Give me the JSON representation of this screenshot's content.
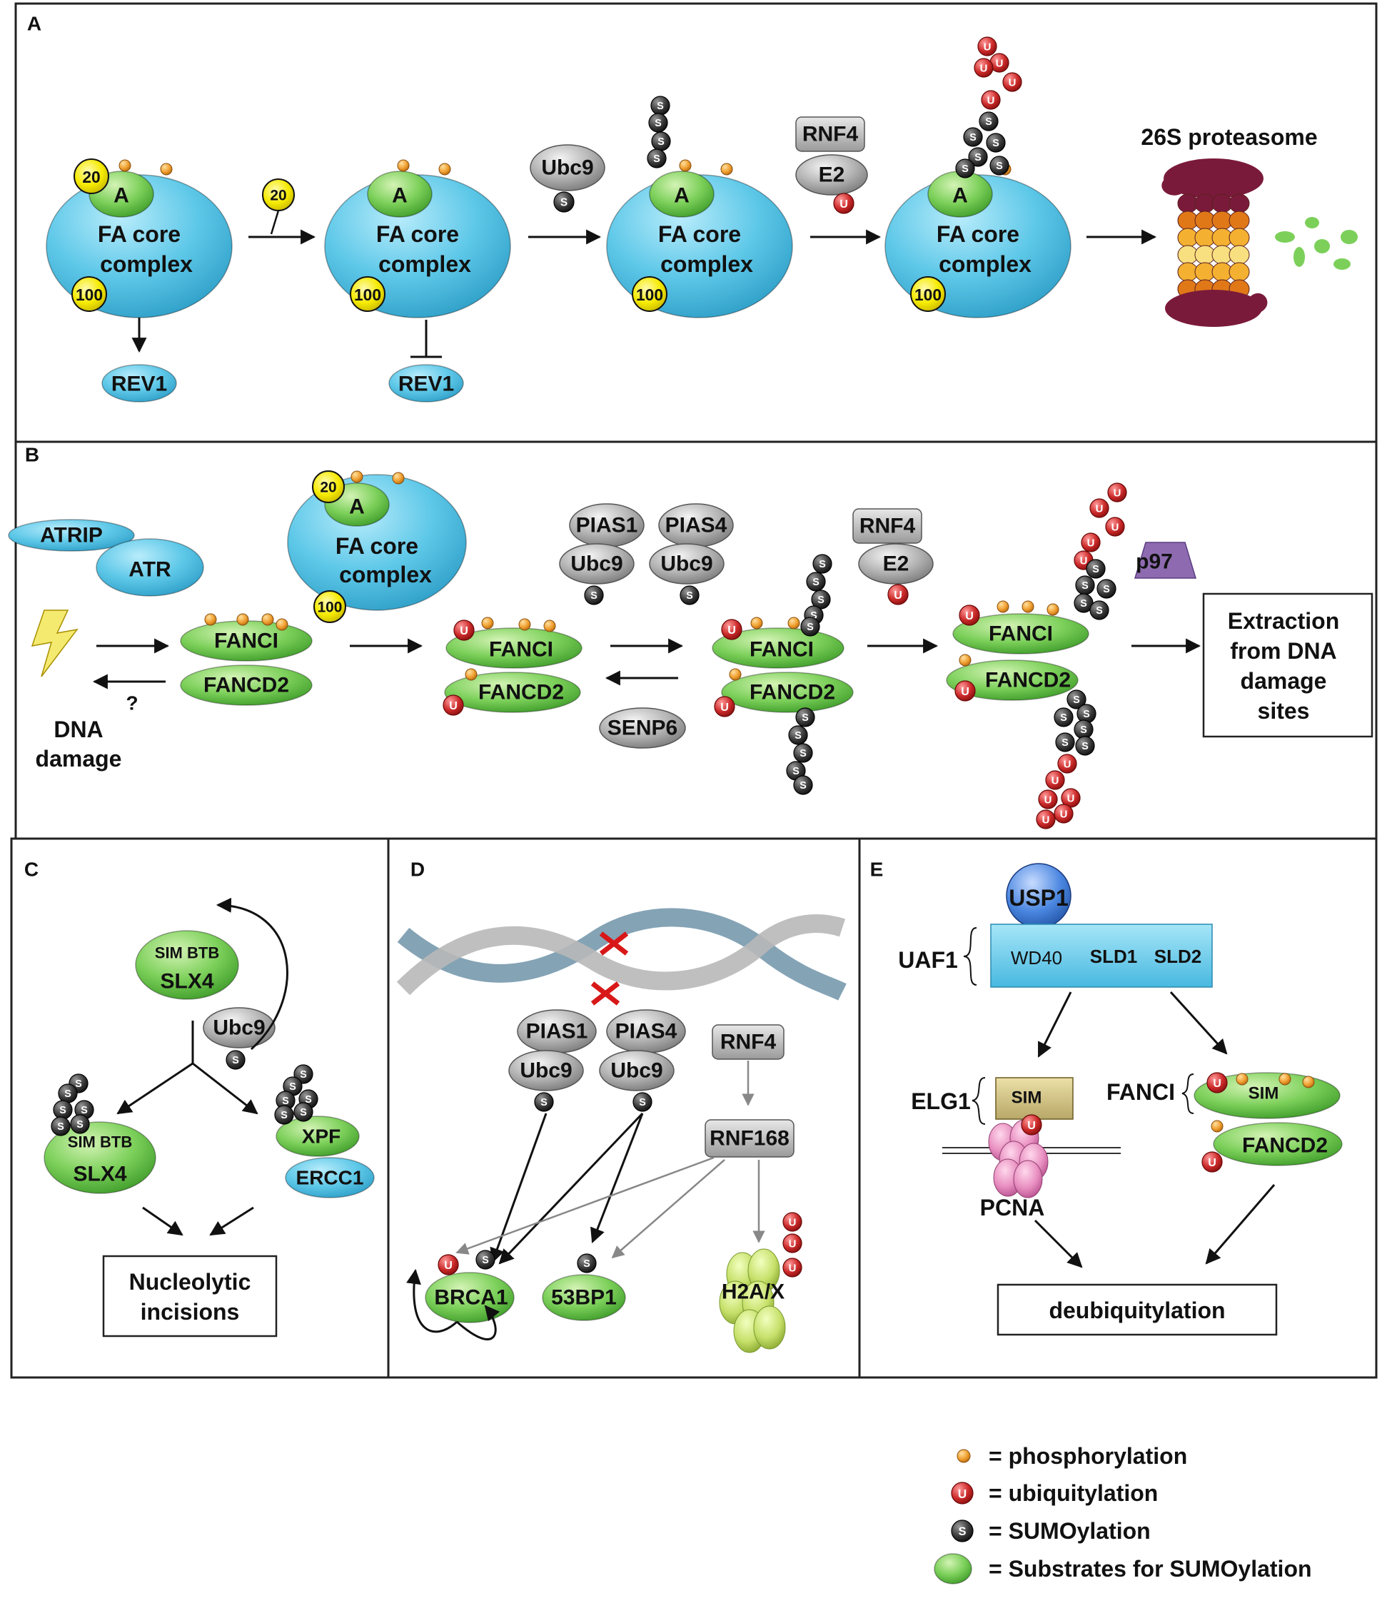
{
  "panels": {
    "A": {
      "label": "A",
      "fa_core": "FA core complex",
      "fa_core_l1": "FA core",
      "fa_core_l2": "complex",
      "subunit_a": "A",
      "tag_20": "20",
      "tag_100": "100",
      "ubc9": "Ubc9",
      "rnf4": "RNF4",
      "e2": "E2",
      "proteasome": "26S proteasome",
      "rev1": "REV1"
    },
    "B": {
      "label": "B",
      "atrip": "ATRIP",
      "atr": "ATR",
      "dna_damage_l1": "DNA",
      "dna_damage_l2": "damage",
      "question": "?",
      "fanci": "FANCI",
      "fancd2": "FANCD2",
      "pias1": "PIAS1",
      "pias4": "PIAS4",
      "ubc9": "Ubc9",
      "senp6": "SENP6",
      "rnf4": "RNF4",
      "e2": "E2",
      "p97": "p97",
      "extraction_l1": "Extraction",
      "extraction_l2": "from DNA",
      "extraction_l3": "damage",
      "extraction_l4": "sites"
    },
    "C": {
      "label": "C",
      "sim_btb": "SIM BTB",
      "slx4": "SLX4",
      "ubc9": "Ubc9",
      "xpf": "XPF",
      "ercc1": "ERCC1",
      "box_l1": "Nucleolytic",
      "box_l2": "incisions"
    },
    "D": {
      "label": "D",
      "pias1": "PIAS1",
      "pias4": "PIAS4",
      "ubc9": "Ubc9",
      "rnf4": "RNF4",
      "rnf168": "RNF168",
      "brca1": "BRCA1",
      "bp53": "53BP1",
      "h2ax": "H2A/X"
    },
    "E": {
      "label": "E",
      "usp1": "USP1",
      "uaf1": "UAF1",
      "wd40": "WD40",
      "sld1": "SLD1",
      "sld2": "SLD2",
      "elg1": "ELG1",
      "sim": "SIM",
      "pcna": "PCNA",
      "fanci": "FANCI",
      "fancd2": "FANCD2",
      "box": "deubiquitylation"
    }
  },
  "marks": {
    "ubiquitin": "U",
    "sumo": "S"
  },
  "legend": [
    {
      "text": "= phosphorylation"
    },
    {
      "text": "= ubiquitylation"
    },
    {
      "text": "= SUMOylation"
    },
    {
      "text": "= Substrates for SUMOylation"
    }
  ],
  "colors": {
    "cyan": "#5ec8e8",
    "green": "#7cd05a",
    "yellow": "#f5ea00",
    "grey": "#a8a8a8",
    "ubiquitin": "#cc2a2a",
    "sumo": "#3a3a3a",
    "phospho": "#f0a030",
    "p97": "#8e6bb0",
    "proteasome": "#7a1a3a"
  }
}
